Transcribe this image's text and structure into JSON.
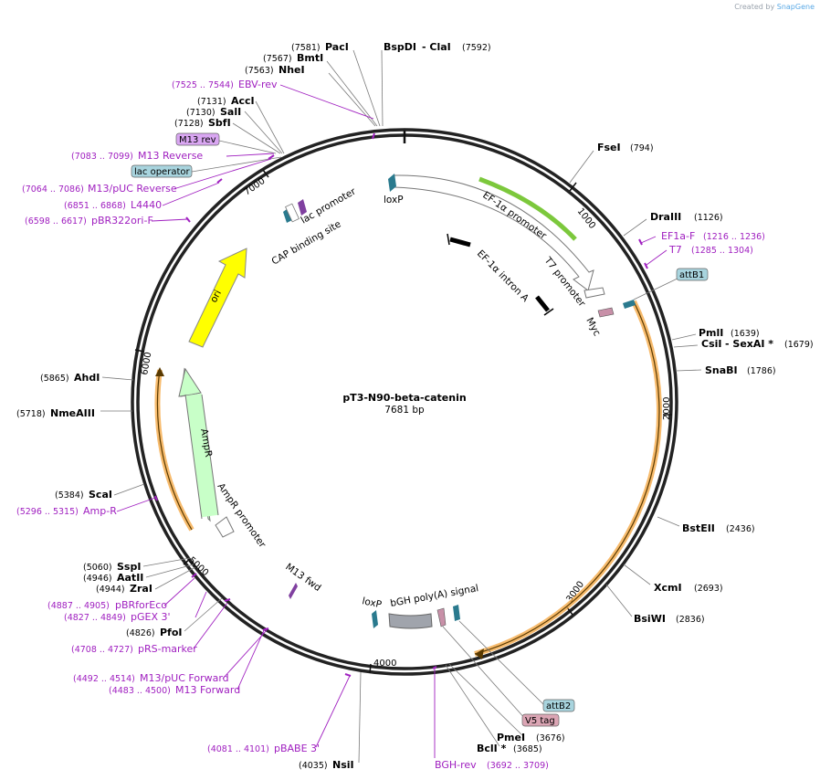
{
  "credit": {
    "prefix": "Created by",
    "brand": "SnapGene"
  },
  "plasmid": {
    "name": "pT3-N90-beta-catenin",
    "size_label": "7681 bp",
    "length": 7681
  },
  "ticks": [
    "1000",
    "2000",
    "3000",
    "4000",
    "5000",
    "6000",
    "7000"
  ],
  "enzymes": [
    {
      "name": "PacI",
      "pos": "(7581)"
    },
    {
      "name": "BspDI",
      "name2": "- ClaI",
      "pos": "(7592)"
    },
    {
      "name": "BmtI",
      "pos": "(7567)"
    },
    {
      "name": "NheI",
      "pos": "(7563)"
    },
    {
      "name": "AccI",
      "pos": "(7131)"
    },
    {
      "name": "SalI",
      "pos": "(7130)"
    },
    {
      "name": "SbfI",
      "pos": "(7128)"
    },
    {
      "name": "FseI",
      "pos": "(794)"
    },
    {
      "name": "DraIII",
      "pos": "(1126)"
    },
    {
      "name": "PmlI",
      "pos": "(1639)"
    },
    {
      "name": "CsiI",
      "name2": "- SexAI *",
      "pos": "(1679)"
    },
    {
      "name": "SnaBI",
      "pos": "(1786)"
    },
    {
      "name": "BstEII",
      "pos": "(2436)"
    },
    {
      "name": "XcmI",
      "pos": "(2693)"
    },
    {
      "name": "BsiWI",
      "pos": "(2836)"
    },
    {
      "name": "PmeI",
      "pos": "(3676)"
    },
    {
      "name": "BclI *",
      "pos": "(3685)"
    },
    {
      "name": "NsiI",
      "pos": "(4035)"
    },
    {
      "name": "PfoI",
      "pos": "(4826)"
    },
    {
      "name": "ZraI",
      "pos": "(4944)"
    },
    {
      "name": "AatII",
      "pos": "(4946)"
    },
    {
      "name": "SspI",
      "pos": "(5060)"
    },
    {
      "name": "ScaI",
      "pos": "(5384)"
    },
    {
      "name": "NmeAIII",
      "pos": "(5718)"
    },
    {
      "name": "AhdI",
      "pos": "(5865)"
    }
  ],
  "primers": [
    {
      "name": "EBV-rev",
      "pos": "(7525 .. 7544)"
    },
    {
      "name": "M13 Reverse",
      "pos": "(7083 .. 7099)"
    },
    {
      "name": "M13/pUC Reverse",
      "pos": "(7064 .. 7086)"
    },
    {
      "name": "L4440",
      "pos": "(6851 .. 6868)"
    },
    {
      "name": "pBR322ori-F",
      "pos": "(6598 .. 6617)"
    },
    {
      "name": "EF1a-F",
      "pos": "(1216 .. 1236)"
    },
    {
      "name": "T7",
      "pos": "(1285 .. 1304)"
    },
    {
      "name": "Amp-R",
      "pos": "(5296 .. 5315)"
    },
    {
      "name": "pBRforEco",
      "pos": "(4887 .. 4905)"
    },
    {
      "name": "pGEX 3'",
      "pos": "(4827 .. 4849)"
    },
    {
      "name": "pRS-marker",
      "pos": "(4708 .. 4727)"
    },
    {
      "name": "M13/pUC Forward",
      "pos": "(4492 .. 4514)"
    },
    {
      "name": "M13 Forward",
      "pos": "(4483 .. 4500)"
    },
    {
      "name": "pBABE 3'",
      "pos": "(4081 .. 4101)"
    },
    {
      "name": "BGH-rev",
      "pos": "(3692 .. 3709)"
    }
  ],
  "boxed_features": [
    {
      "name": "M13 rev",
      "color": "#d9a6f2"
    },
    {
      "name": "lac operator",
      "color": "#a8d4de"
    },
    {
      "name": "attB1",
      "color": "#a8d4de"
    },
    {
      "name": "attB2",
      "color": "#a8d4de"
    },
    {
      "name": "V5 tag",
      "color": "#dba5b4"
    }
  ],
  "features": [
    {
      "name": "loxP"
    },
    {
      "name": "EF-1α promoter"
    },
    {
      "name": "EF-1α intron A"
    },
    {
      "name": "T7 promoter"
    },
    {
      "name": "Myc"
    },
    {
      "name": "lac promoter"
    },
    {
      "name": "CAP binding site"
    },
    {
      "name": "ori"
    },
    {
      "name": "AmpR"
    },
    {
      "name": "AmpR promoter"
    },
    {
      "name": "M13 fwd"
    },
    {
      "name": "loxP"
    },
    {
      "name": "bGH poly(A) signal"
    }
  ],
  "colors": {
    "enzyme_line": "#7a7a7a",
    "primer": "#a020c0",
    "ori": "#ffff00",
    "ampr": "#c8ffc8",
    "ef1a_green": "#7cc83c",
    "orange_arc": "#f4a43c",
    "loxp": "#2a7a8e",
    "myc": "#c890a8",
    "bgh": "#a0a4ac",
    "backbone": "#222222"
  }
}
